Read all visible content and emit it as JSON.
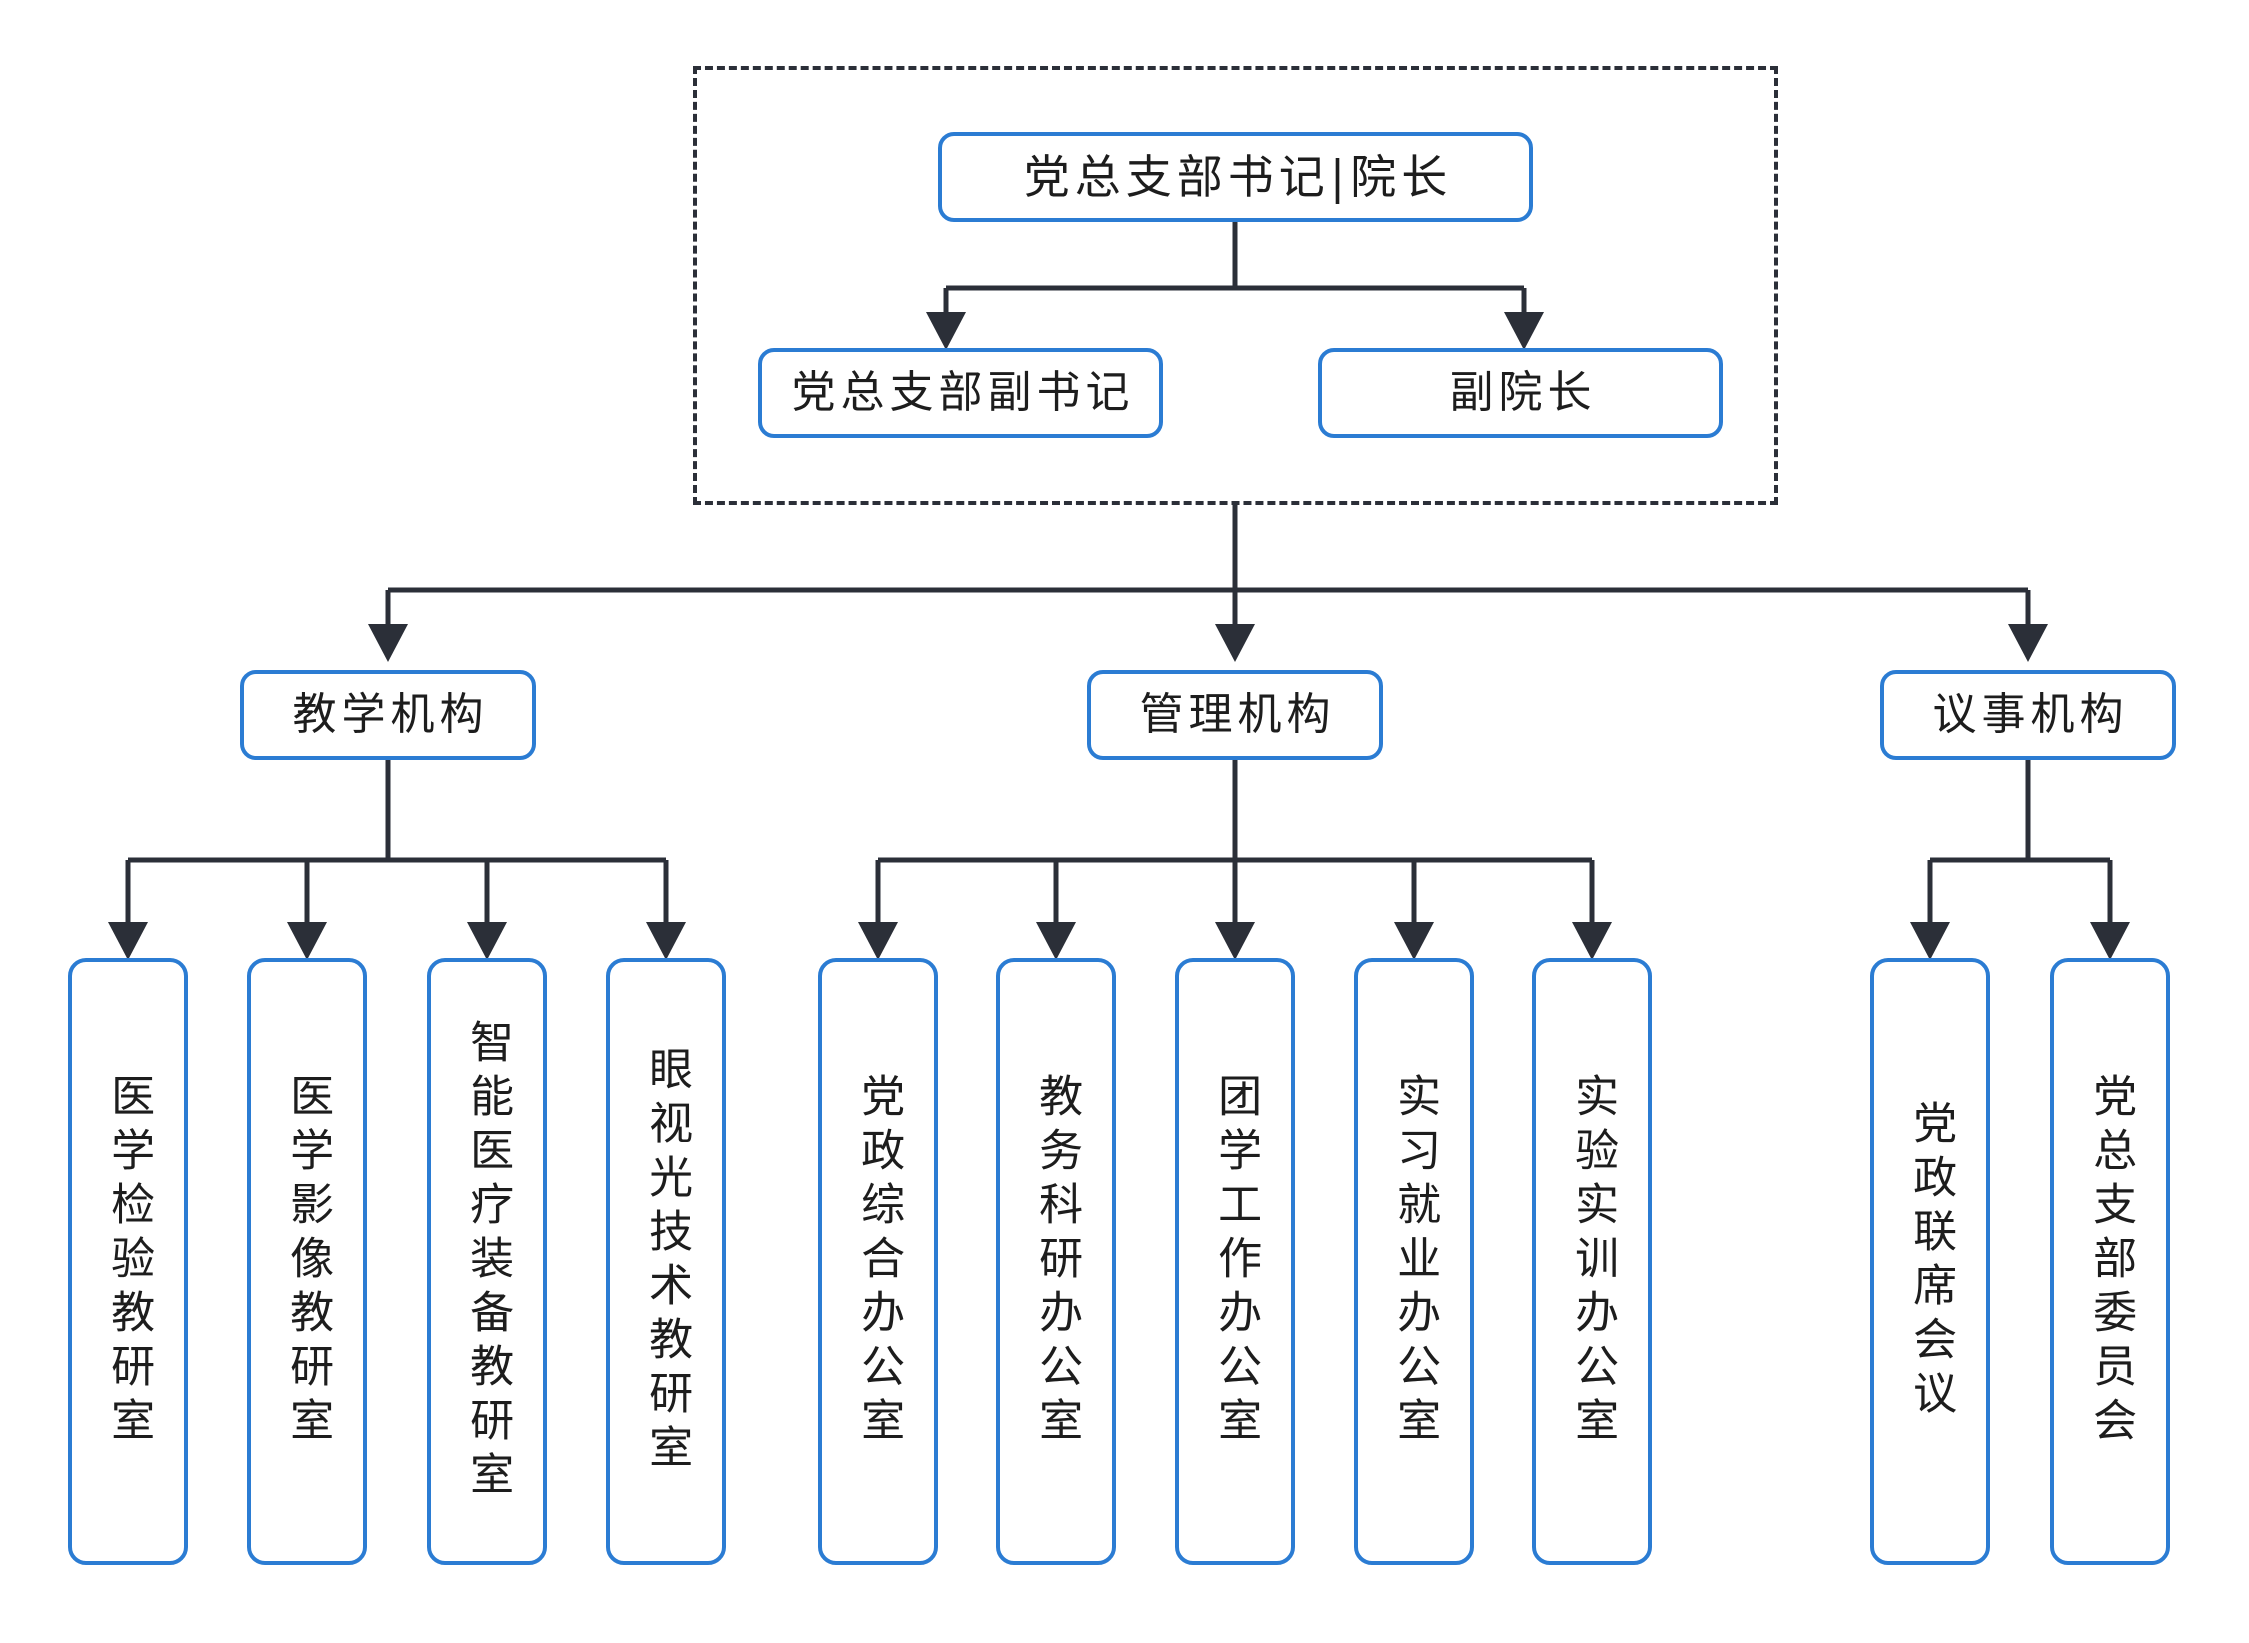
{
  "diagram": {
    "type": "organizational-chart",
    "title_region": {
      "name": "leadership-group",
      "style": "dashed-rectangle"
    },
    "colors": {
      "node_border": "#2b7cd3",
      "connector": "#2b2f38",
      "dashed_border": "#2b2f38",
      "text": "#1d1d1d",
      "background": "#ffffff"
    },
    "leadership": {
      "root": {
        "label": "党总支部书记|院长"
      },
      "deputies": [
        {
          "label": "党总支部副书记"
        },
        {
          "label": "副院长"
        }
      ]
    },
    "categories": [
      {
        "label": "教学机构",
        "children": [
          {
            "label": "医学检验教研室"
          },
          {
            "label": "医学影像教研室"
          },
          {
            "label": "智能医疗装备教研室"
          },
          {
            "label": "眼视光技术教研室"
          }
        ]
      },
      {
        "label": "管理机构",
        "children": [
          {
            "label": "党政综合办公室"
          },
          {
            "label": "教务科研办公室"
          },
          {
            "label": "团学工作办公室"
          },
          {
            "label": "实习就业办公室"
          },
          {
            "label": "实验实训办公室"
          }
        ]
      },
      {
        "label": "议事机构",
        "children": [
          {
            "label": "党政联席会议"
          },
          {
            "label": "党总支部委员会"
          }
        ]
      }
    ]
  }
}
